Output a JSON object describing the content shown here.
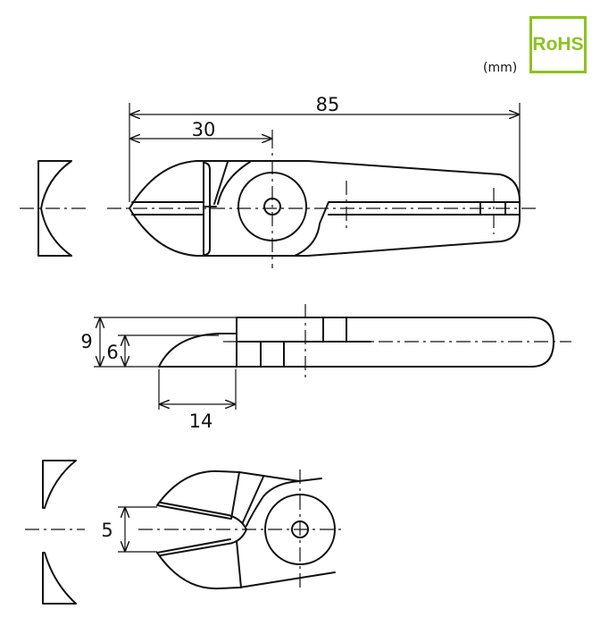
{
  "badge": {
    "label": "RoHS",
    "color": "#8dc21f"
  },
  "unit": "(mm)",
  "dimensions": {
    "overall_length": "85",
    "pivot_to_tip": "30",
    "height_total": "9",
    "height_jaw": "6",
    "jaw_length": "14",
    "jaw_opening": "5"
  }
}
